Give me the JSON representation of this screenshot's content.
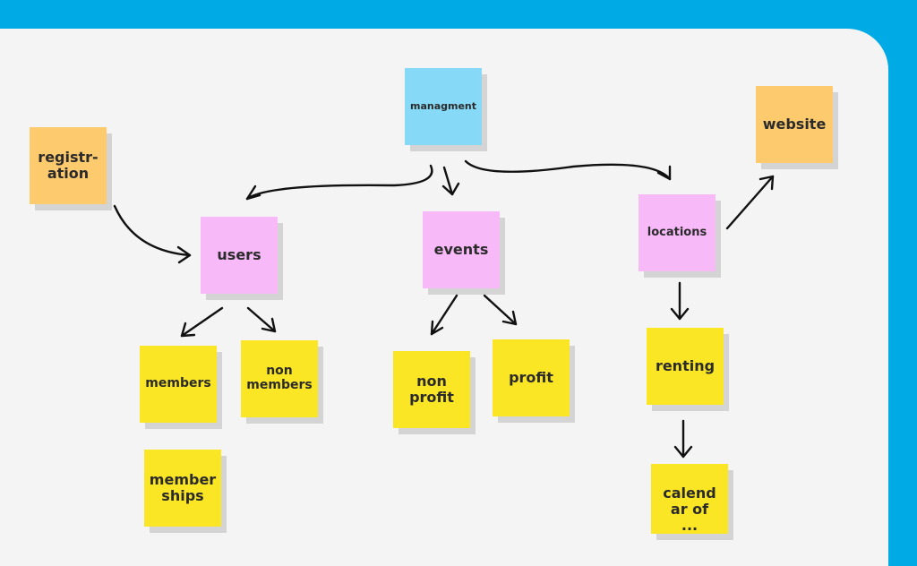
{
  "board": {
    "notes": {
      "managment": {
        "text": "managment",
        "color": "#87daf7"
      },
      "registration": {
        "text": "registr-\nation",
        "color": "#fdca6e"
      },
      "website": {
        "text": "website",
        "color": "#fdca6e"
      },
      "users": {
        "text": "users",
        "color": "#f8b9f8"
      },
      "events": {
        "text": "events",
        "color": "#f8b9f8"
      },
      "locations": {
        "text": "locations",
        "color": "#f8b9f8"
      },
      "members": {
        "text": "members",
        "color": "#fbe625"
      },
      "non_members": {
        "text": "non\nmembers",
        "color": "#fbe625"
      },
      "memberships": {
        "text": "member\nships",
        "color": "#fbe625"
      },
      "non_profit": {
        "text": "non\nprofit",
        "color": "#fbe625"
      },
      "profit": {
        "text": "profit",
        "color": "#fbe625"
      },
      "renting": {
        "text": "renting",
        "color": "#fbe625"
      },
      "calendar": {
        "text": "calend\nar of\n...",
        "color": "#fbe625"
      }
    },
    "connections": [
      [
        "managment",
        "users"
      ],
      [
        "managment",
        "events"
      ],
      [
        "managment",
        "locations"
      ],
      [
        "registration",
        "users"
      ],
      [
        "locations",
        "website"
      ],
      [
        "users",
        "members"
      ],
      [
        "users",
        "non_members"
      ],
      [
        "events",
        "non_profit"
      ],
      [
        "events",
        "profit"
      ],
      [
        "locations",
        "renting"
      ],
      [
        "renting",
        "calendar"
      ]
    ],
    "colors": {
      "background": "#00aae4",
      "board": "#f4f4f4",
      "ink": "#111111"
    }
  }
}
